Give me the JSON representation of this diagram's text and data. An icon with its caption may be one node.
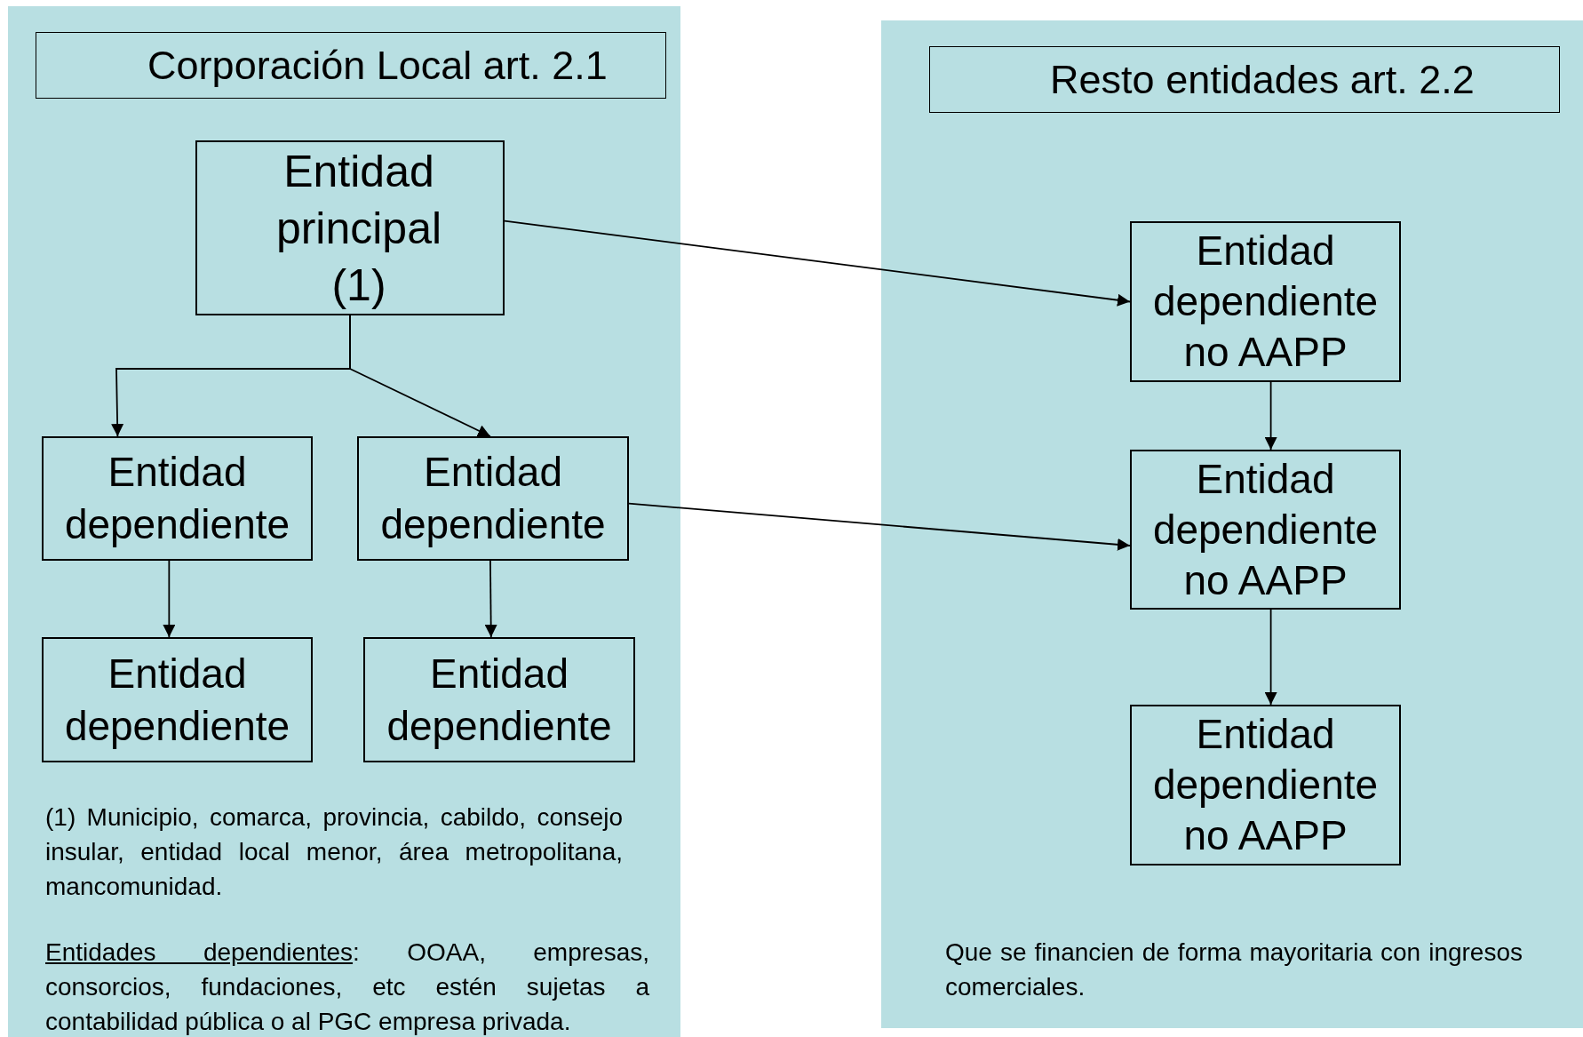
{
  "diagram": {
    "nodes": [
      {
        "text": [],
        "shape": "box"
      },
      {
        "text": [
          "Corporación Local art. 2.1"
        ],
        "in": 0
      },
      {
        "text": [
          "Entidad principal (1)"
        ],
        "in": 0
      },
      {
        "text": [
          "Entidad dependiente"
        ],
        "in": 0
      },
      {
        "text": [
          "Entidad dependiente"
        ],
        "in": 0
      },
      {
        "text": [
          "Entidad dependiente"
        ],
        "in": 0
      },
      {
        "text": [
          "Entidad dependiente"
        ],
        "in": 0
      },
      {
        "text": [],
        "shape": "box"
      },
      {
        "text": [
          "Resto entidades art. 2.2"
        ],
        "in": 7
      },
      {
        "text": [
          "Entidad dependiente no AAPP"
        ],
        "in": 7
      },
      {
        "text": [
          "Entidad dependiente no AAPP"
        ],
        "in": 7
      },
      {
        "text": [
          "Entidad dependiente no AAPP"
        ],
        "in": 7
      }
    ],
    "edges": [
      {
        "from": 2,
        "to": 9,
        "arrow": "to"
      },
      {
        "from": 2,
        "to": 3,
        "arrow": "to"
      },
      {
        "from": 2,
        "to": 4,
        "arrow": "to"
      },
      {
        "from": 3,
        "to": 5,
        "arrow": "to"
      },
      {
        "from": 4,
        "to": 6,
        "arrow": "to"
      },
      {
        "from": 4,
        "to": 10,
        "arrow": "to"
      },
      {
        "from": 9,
        "to": 10,
        "arrow": "to"
      },
      {
        "from": 10,
        "to": 11,
        "arrow": "to"
      }
    ],
    "labels": [
      "(1) Municipio, comarca, provincia, cabildo, consejo insular, entidad local menor, área metropolitana, mancomunidad.",
      "Entidades dependientes: OOAA, empresas, consorcios, fundaciones, etc estén sujetas a contabilidad pública o al PGC empresa privada.",
      "Que se financien de forma mayoritaria con ingresos comerciales."
    ]
  }
}
